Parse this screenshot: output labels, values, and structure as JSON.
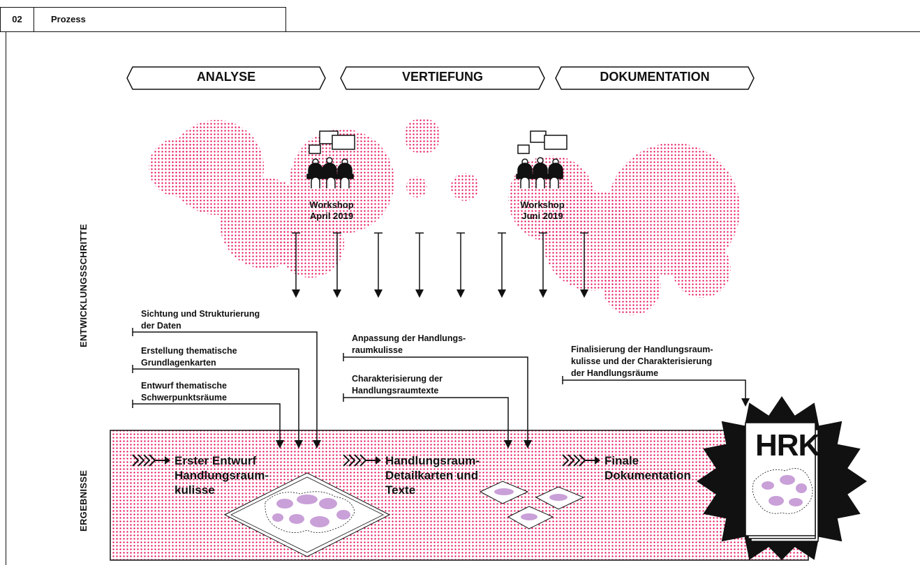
{
  "header": {
    "number": "02",
    "title": "Prozess"
  },
  "phases": [
    "ANALYSE",
    "VERTIEFUNG",
    "DOKUMENTATION"
  ],
  "side_labels": {
    "steps": "ENTWICKLUNGSSCHRITTE",
    "results": "ERGEBNISSE"
  },
  "workshops": [
    {
      "line1": "Workshop",
      "line2": "April 2019"
    },
    {
      "line1": "Workshop",
      "line2": "Juni 2019"
    }
  ],
  "steps": [
    {
      "line1": "Sichtung und Strukturierung",
      "line2": "der Daten"
    },
    {
      "line1": "Erstellung thematische",
      "line2": "Grundlagenkarten"
    },
    {
      "line1": "Entwurf thematische",
      "line2": "Schwerpunktsräume"
    },
    {
      "line1": "Anpassung der Handlungs-",
      "line2": "raumkulisse"
    },
    {
      "line1": "Charakterisierung der",
      "line2": "Handlungsraumtexte"
    },
    {
      "line1": "Finalisierung der Handlungsraum-",
      "line2": "kulisse und der Charakterisierung",
      "line3": "der Handlungsräume"
    }
  ],
  "results": [
    {
      "line1": "Erster Entwurf",
      "line2": "Handlungsraum-",
      "line3": "kulisse"
    },
    {
      "line1": "Handlungsraum-",
      "line2": "Detailkarten und",
      "line3": "Texte"
    },
    {
      "line1": "Finale",
      "line2": "Dokumentation"
    }
  ],
  "badge": {
    "text": "HRK"
  },
  "colors": {
    "accent": "#e4004f",
    "map_fill": "#c9a0d8",
    "ink": "#111111"
  }
}
